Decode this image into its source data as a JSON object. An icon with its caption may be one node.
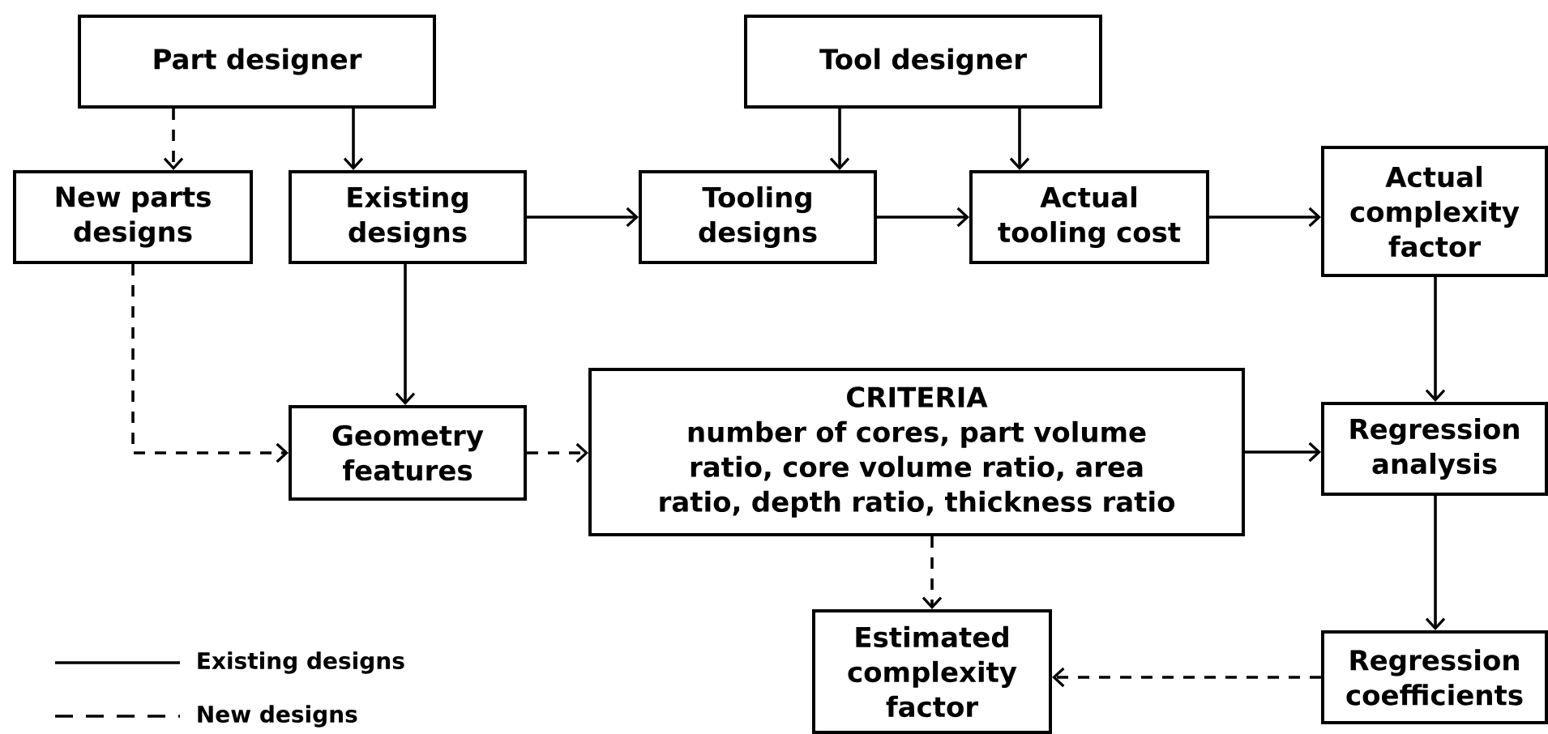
{
  "diagram": {
    "nodes": [
      {
        "text": [
          "Part designer"
        ]
      },
      {
        "text": [
          "Tool designer"
        ]
      },
      {
        "text": [
          "New parts designs"
        ]
      },
      {
        "text": [
          "Existing designs"
        ]
      },
      {
        "text": [
          "Tooling designs"
        ]
      },
      {
        "text": [
          "Actual tooling cost"
        ]
      },
      {
        "text": [
          "Actual complexity factor"
        ]
      },
      {
        "text": [
          "Geometry features"
        ]
      },
      {
        "text": [
          "CRITERIA",
          "number of cores, part volume ratio, core volume ratio, area ratio, depth ratio, thickness ratio"
        ]
      },
      {
        "text": [
          "Regression analysis"
        ]
      },
      {
        "text": [
          "Estimated complexity factor"
        ]
      },
      {
        "text": [
          "Regression coefficients"
        ]
      }
    ],
    "edges": [
      {
        "from": 0,
        "to": 2,
        "arrow": "to",
        "style": "dashed"
      },
      {
        "from": 0,
        "to": 3,
        "arrow": "to"
      },
      {
        "from": 1,
        "to": 4,
        "arrow": "to"
      },
      {
        "from": 1,
        "to": 5,
        "arrow": "to"
      },
      {
        "from": 3,
        "to": 4,
        "arrow": "to"
      },
      {
        "from": 4,
        "to": 5,
        "arrow": "to"
      },
      {
        "from": 5,
        "to": 6,
        "arrow": "to"
      },
      {
        "from": 3,
        "to": 7,
        "arrow": "to"
      },
      {
        "from": 2,
        "to": 7,
        "arrow": "to",
        "style": "dashed"
      },
      {
        "from": 7,
        "to": 8,
        "arrow": "to",
        "style": "dashed"
      },
      {
        "from": 8,
        "to": 9,
        "arrow": "to"
      },
      {
        "from": 6,
        "to": 9,
        "arrow": "to"
      },
      {
        "from": 8,
        "to": 10,
        "arrow": "to",
        "style": "dashed"
      },
      {
        "from": 9,
        "to": 11,
        "arrow": "to"
      },
      {
        "from": 11,
        "to": 10,
        "arrow": "to",
        "style": "dashed"
      }
    ],
    "legend": [
      {
        "text": "Existing designs"
      },
      {
        "text": "New designs"
      }
    ]
  }
}
